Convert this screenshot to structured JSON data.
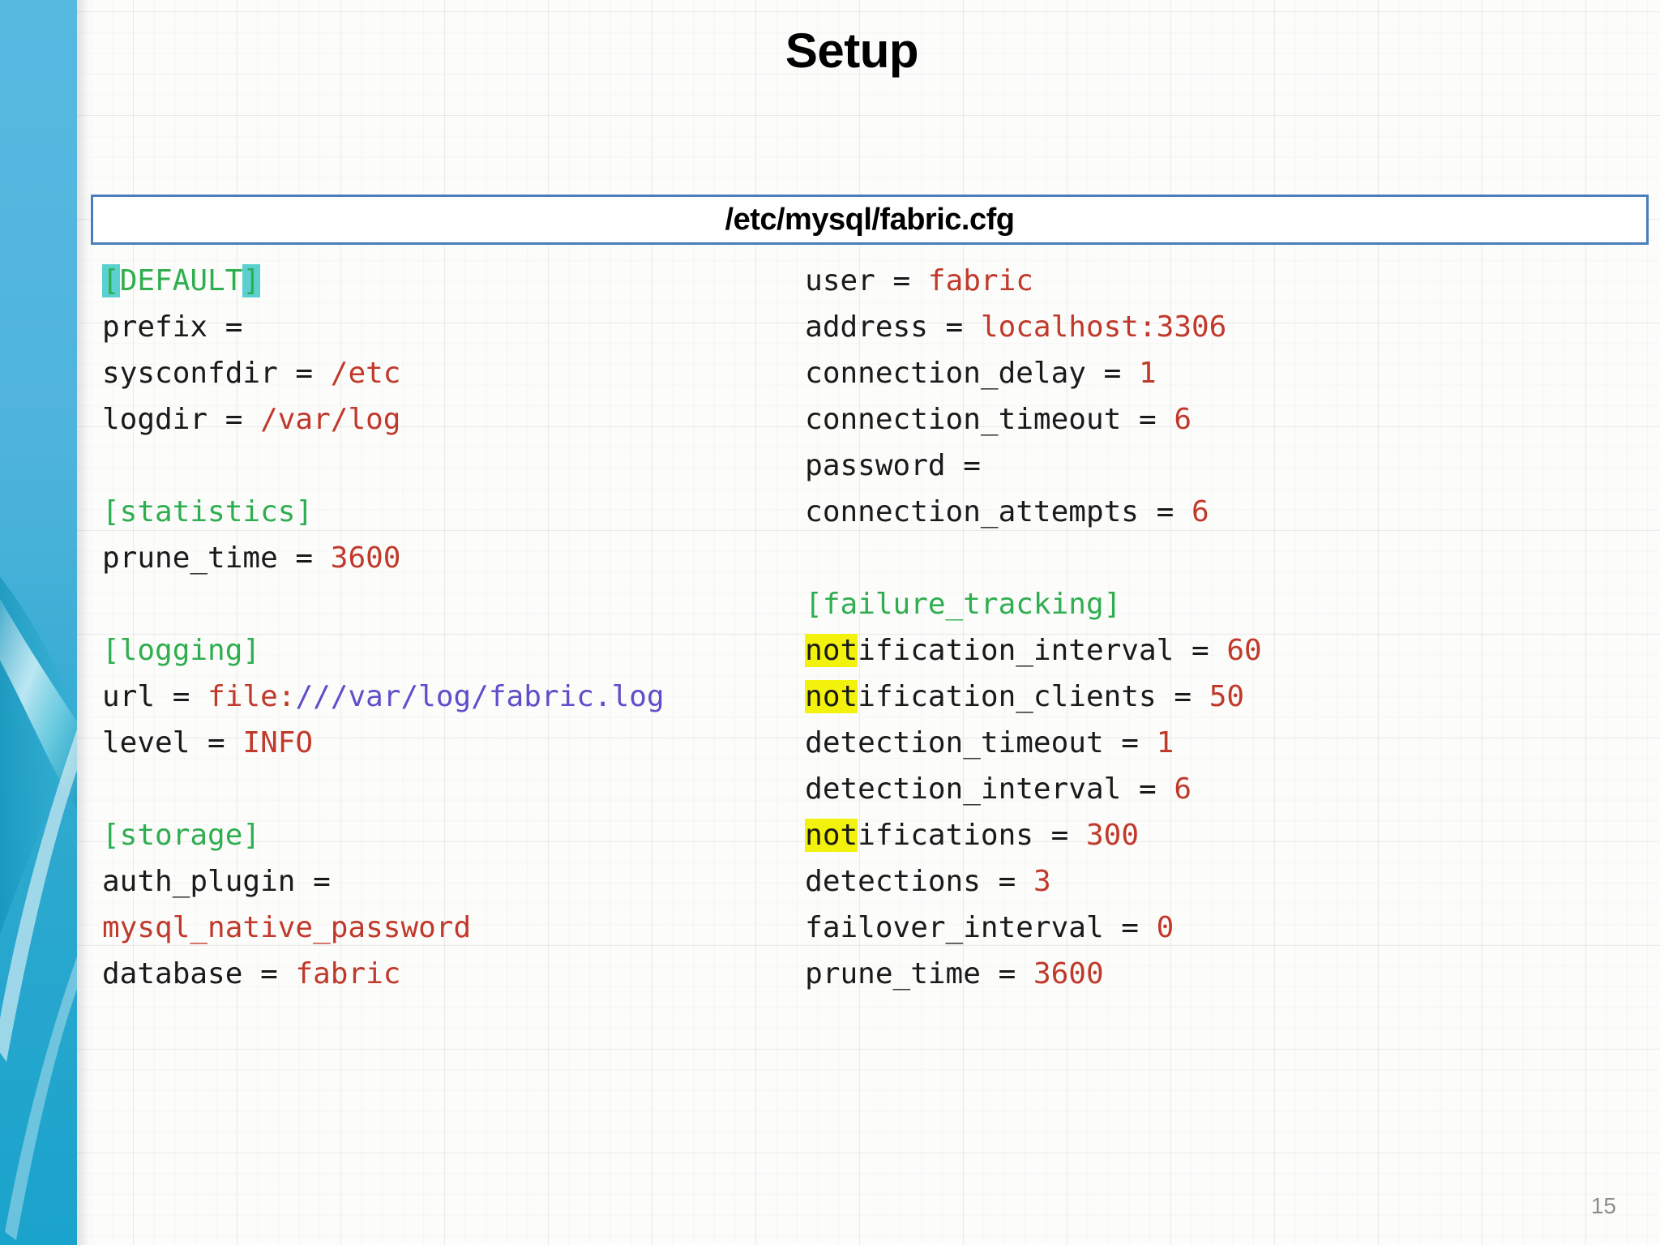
{
  "slide": {
    "title": "Setup",
    "page_number": "15"
  },
  "file_header": {
    "path": "/etc/mysql/fabric.cfg"
  },
  "colors": {
    "section": "#2fae4f",
    "value": "#c0392b",
    "path": "#5d4fc9",
    "key": "#1a1a1a",
    "highlight_cyan": "#5bd0d0",
    "highlight_yellow": "#f2f20d",
    "header_border": "#4a7ebb",
    "sidebar_blue": "#4fb4dd"
  },
  "config": {
    "left_column": {
      "lines": [
        {
          "type": "section",
          "bracket_open": "[",
          "name": "DEFAULT",
          "bracket_close": "]",
          "highlight": "cyan-brackets"
        },
        {
          "type": "kv",
          "key": "prefix",
          "op": "=",
          "value": ""
        },
        {
          "type": "kv",
          "key": "sysconfdir",
          "op": "=",
          "value": "/etc"
        },
        {
          "type": "kv",
          "key": "logdir",
          "op": "=",
          "value": "/var/log"
        },
        {
          "type": "blank"
        },
        {
          "type": "section",
          "bracket_open": "[",
          "name": "statistics",
          "bracket_close": "]"
        },
        {
          "type": "kv",
          "key": "prune_time",
          "op": "=",
          "value": "3600"
        },
        {
          "type": "blank"
        },
        {
          "type": "section",
          "bracket_open": "[",
          "name": "logging",
          "bracket_close": "]"
        },
        {
          "type": "kv-url",
          "key": "url",
          "op": "=",
          "scheme": "file:",
          "path": "///var/log/fabric.log"
        },
        {
          "type": "kv",
          "key": "level",
          "op": "=",
          "value": "INFO"
        },
        {
          "type": "blank"
        },
        {
          "type": "section",
          "bracket_open": "[",
          "name": "storage",
          "bracket_close": "]"
        },
        {
          "type": "kv",
          "key": "auth_plugin",
          "op": "=",
          "value": ""
        },
        {
          "type": "value-cont",
          "value": "mysql_native_password"
        },
        {
          "type": "kv",
          "key": "database",
          "op": "=",
          "value": "fabric"
        }
      ]
    },
    "right_column": {
      "lines": [
        {
          "type": "kv",
          "key": "user",
          "op": "=",
          "value": "fabric"
        },
        {
          "type": "kv",
          "key": "address",
          "op": "=",
          "value": "localhost:3306"
        },
        {
          "type": "kv",
          "key": "connection_delay",
          "op": "=",
          "value": "1"
        },
        {
          "type": "kv",
          "key": "connection_timeout",
          "op": "=",
          "value": "6"
        },
        {
          "type": "kv",
          "key": "password",
          "op": "=",
          "value": ""
        },
        {
          "type": "kv",
          "key": "connection_attempts",
          "op": "=",
          "value": "6"
        },
        {
          "type": "blank"
        },
        {
          "type": "section",
          "bracket_open": "[",
          "name": "failure_tracking",
          "bracket_close": "]"
        },
        {
          "type": "kv",
          "key": "notification_interval",
          "op": "=",
          "value": "60",
          "highlight": "yellow-not"
        },
        {
          "type": "kv",
          "key": "notification_clients",
          "op": "=",
          "value": "50",
          "highlight": "yellow-not"
        },
        {
          "type": "kv",
          "key": "detection_timeout",
          "op": "=",
          "value": "1"
        },
        {
          "type": "kv",
          "key": "detection_interval",
          "op": "=",
          "value": "6"
        },
        {
          "type": "kv",
          "key": "notifications",
          "op": "=",
          "value": "300",
          "highlight": "yellow-not"
        },
        {
          "type": "kv",
          "key": "detections",
          "op": "=",
          "value": "3"
        },
        {
          "type": "kv",
          "key": "failover_interval",
          "op": "=",
          "value": "0"
        },
        {
          "type": "kv",
          "key": "prune_time",
          "op": "=",
          "value": "3600"
        }
      ]
    }
  }
}
